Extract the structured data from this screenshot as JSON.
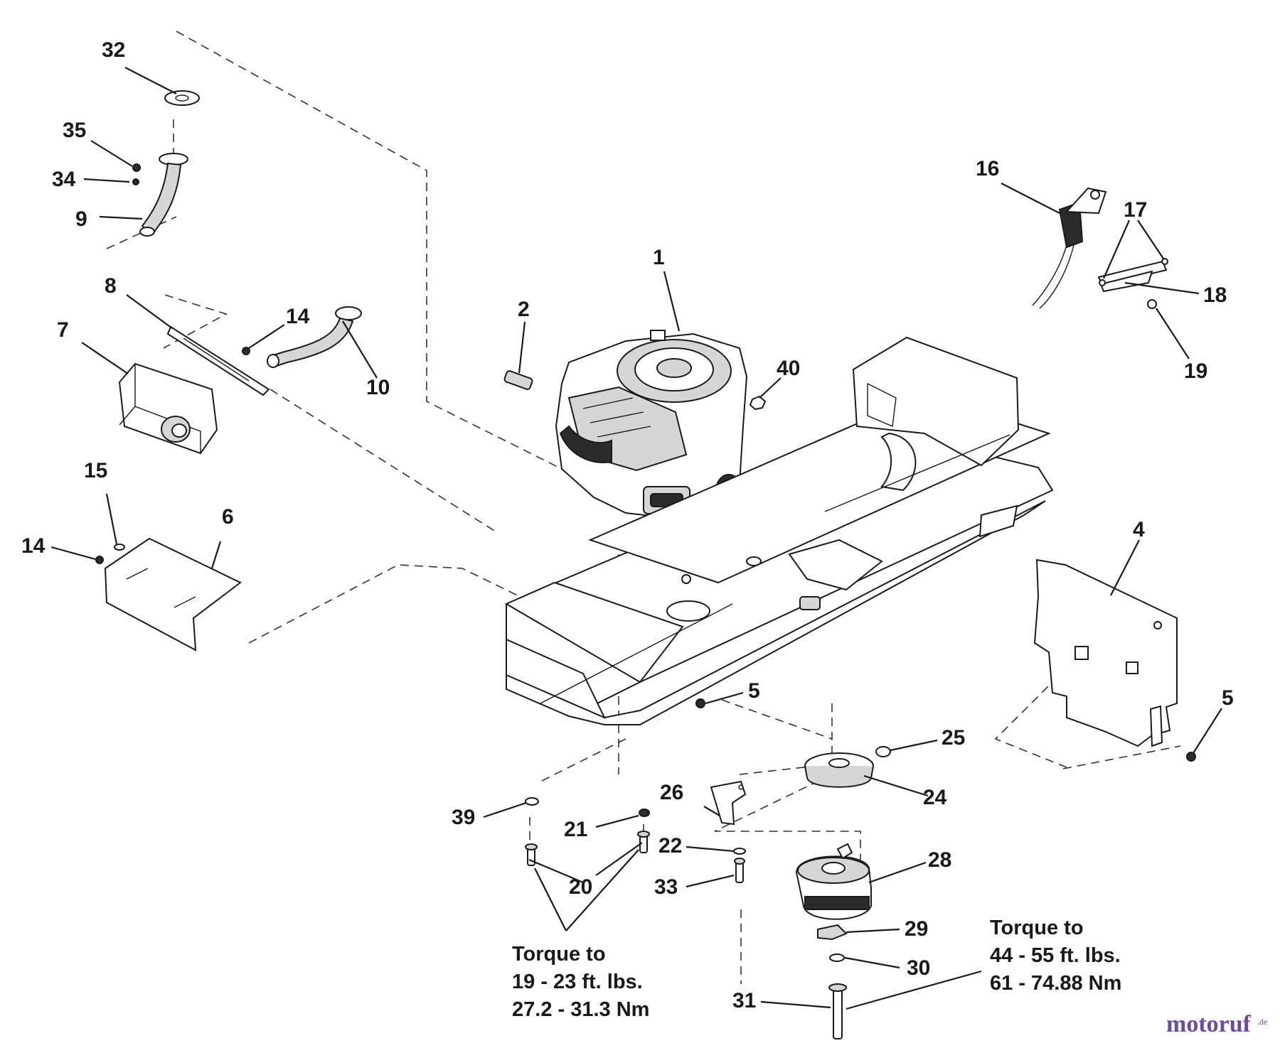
{
  "labels": {
    "p1": "1",
    "p2": "2",
    "p4": "4",
    "p5a": "5",
    "p5b": "5",
    "p6": "6",
    "p7": "7",
    "p8": "8",
    "p9": "9",
    "p10": "10",
    "p14a": "14",
    "p14b": "14",
    "p15": "15",
    "p16": "16",
    "p17": "17",
    "p18": "18",
    "p19": "19",
    "p20": "20",
    "p21": "21",
    "p22": "22",
    "p24": "24",
    "p25": "25",
    "p26": "26",
    "p28": "28",
    "p29": "29",
    "p30": "30",
    "p31": "31",
    "p32": "32",
    "p33": "33",
    "p34": "34",
    "p35": "35",
    "p39": "39",
    "p40": "40"
  },
  "torque_left": {
    "line1": "Torque to",
    "line2": "19 - 23 ft. lbs.",
    "line3": "27.2 - 31.3 Nm"
  },
  "torque_right": {
    "line1": "Torque to",
    "line2": "44 - 55 ft. lbs.",
    "line3": "61 - 74.88 Nm"
  },
  "watermark": {
    "main": "motoruf",
    "suffix": ".de"
  }
}
